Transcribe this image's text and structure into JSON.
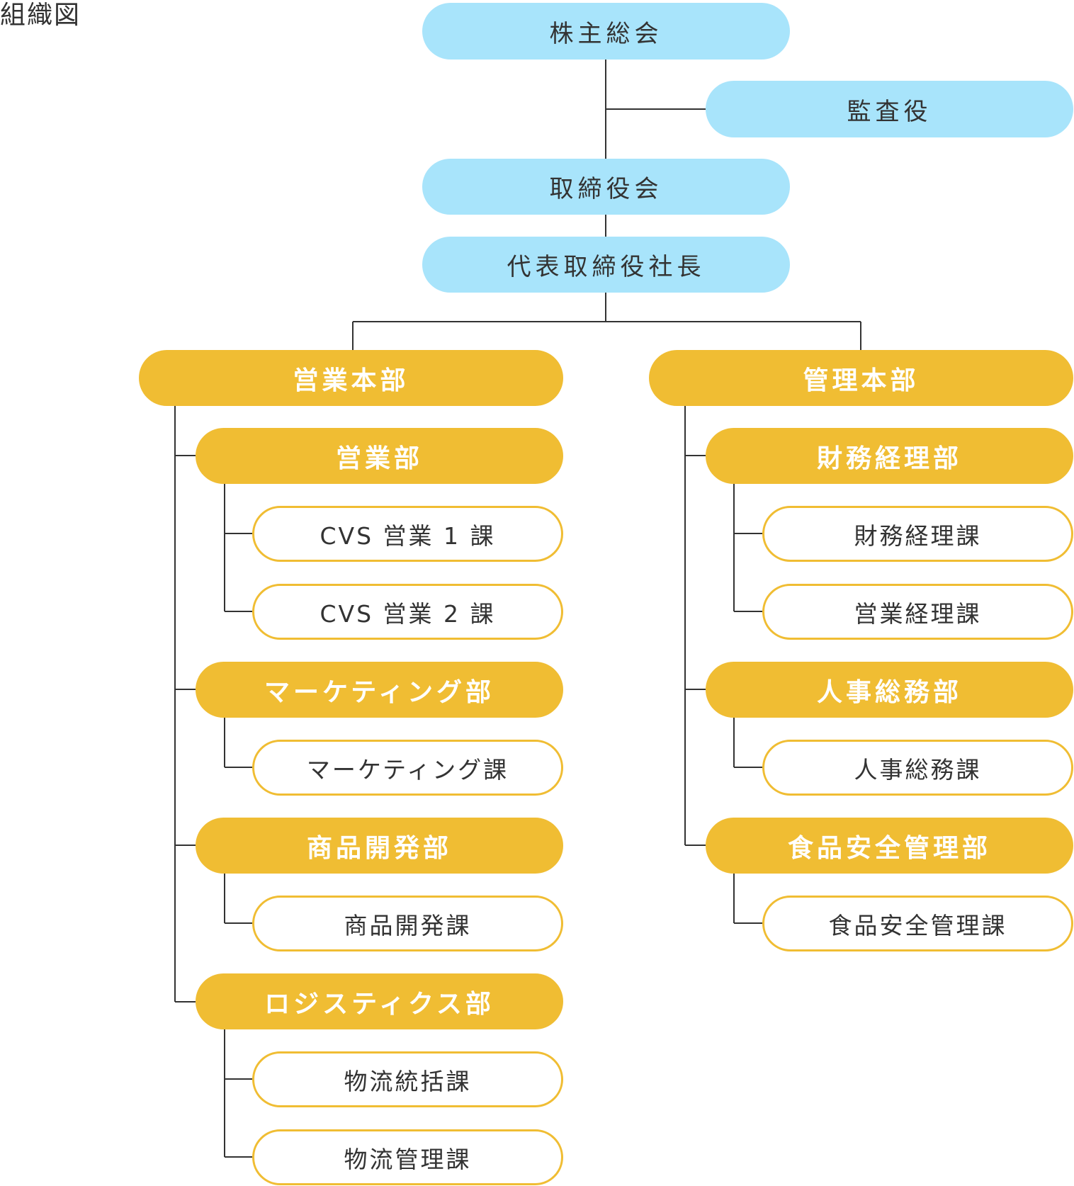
{
  "title": "組織図",
  "executives": {
    "shareholders": "株主総会",
    "auditor": "監査役",
    "board": "取締役会",
    "president": "代表取締役社長"
  },
  "sales_hq": {
    "label": "営業本部",
    "sales_dept": {
      "label": "営業部",
      "sections": [
        "CVS 営業 1 課",
        "CVS 営業 2 課"
      ]
    },
    "marketing_dept": {
      "label": "マーケティング部",
      "sections": [
        "マーケティング課"
      ]
    },
    "product_dept": {
      "label": "商品開発部",
      "sections": [
        "商品開発課"
      ]
    },
    "logistics_dept": {
      "label": "ロジスティクス部",
      "sections": [
        "物流統括課",
        "物流管理課"
      ]
    }
  },
  "admin_hq": {
    "label": "管理本部",
    "finance_dept": {
      "label": "財務経理部",
      "sections": [
        "財務経理課",
        "営業経理課"
      ]
    },
    "hr_dept": {
      "label": "人事総務部",
      "sections": [
        "人事総務課"
      ]
    },
    "food_safety_dept": {
      "label": "食品安全管理部",
      "sections": [
        "食品安全管理課"
      ]
    }
  },
  "colors": {
    "executive_fill": "#a8e4fb",
    "department_fill": "#f0bd33",
    "section_border": "#f0bd33",
    "line": "#333333"
  }
}
